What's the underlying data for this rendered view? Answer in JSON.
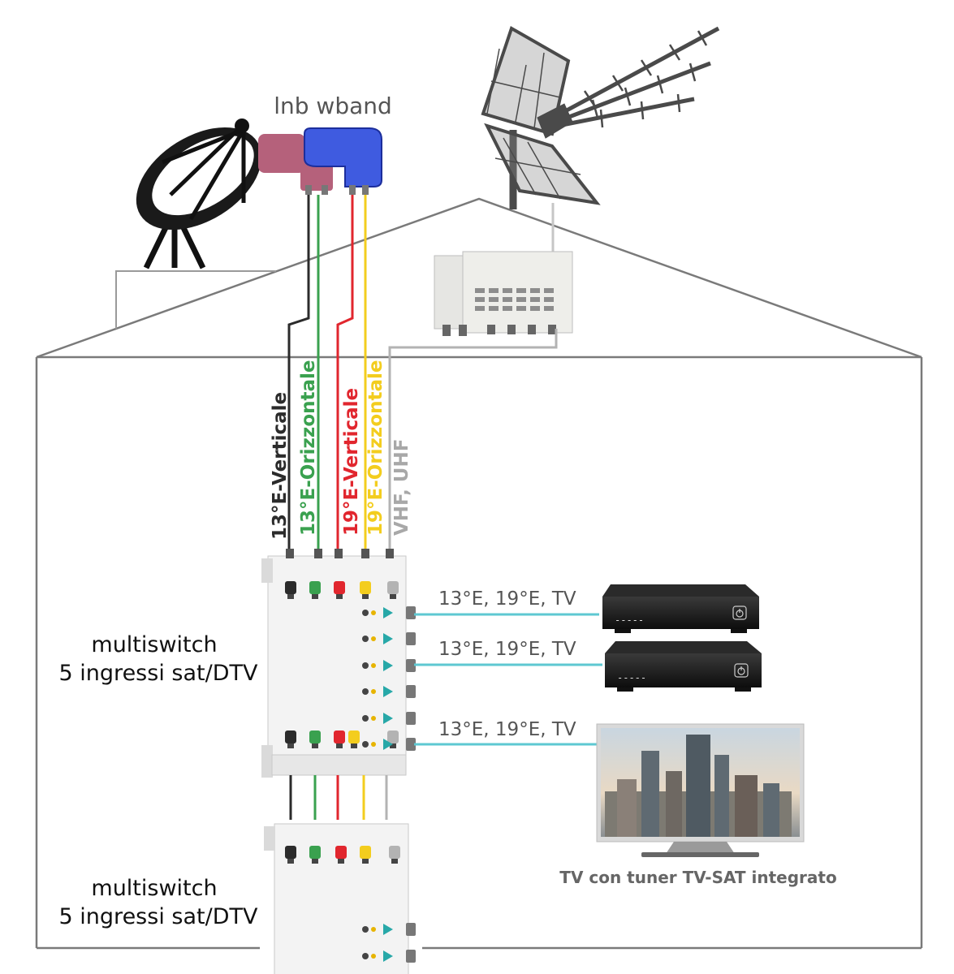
{
  "lnb": {
    "label": "lnb wband"
  },
  "cables": [
    {
      "label": "13°E-Verticale",
      "color": "#2b2b2b"
    },
    {
      "label": "13°E-Orizzontale",
      "color": "#3aa14f"
    },
    {
      "label": "19°E-Verticale",
      "color": "#e1262e"
    },
    {
      "label": "19°E-Orizzontale",
      "color": "#f3cd1e"
    },
    {
      "label": "VHF, UHF",
      "color": "#b3b3b3"
    }
  ],
  "multiswitch": [
    {
      "line1": "multiswitch",
      "line2": "5 ingressi sat/DTV"
    },
    {
      "line1": "multiswitch",
      "line2": "5 ingressi sat/DTV"
    }
  ],
  "outputs": [
    {
      "label": "13°E, 19°E, TV"
    },
    {
      "label": "13°E, 19°E, TV"
    },
    {
      "label": "13°E, 19°E, TV"
    }
  ],
  "receiver": {
    "display": "-----"
  },
  "tv": {
    "caption": "TV con tuner TV-SAT integrato"
  },
  "colors": {
    "house": "#7a7a7a",
    "signal": "#5ec8d2",
    "lnb_blue": "#3f5be0",
    "lnb_pink": "#b5617b"
  }
}
